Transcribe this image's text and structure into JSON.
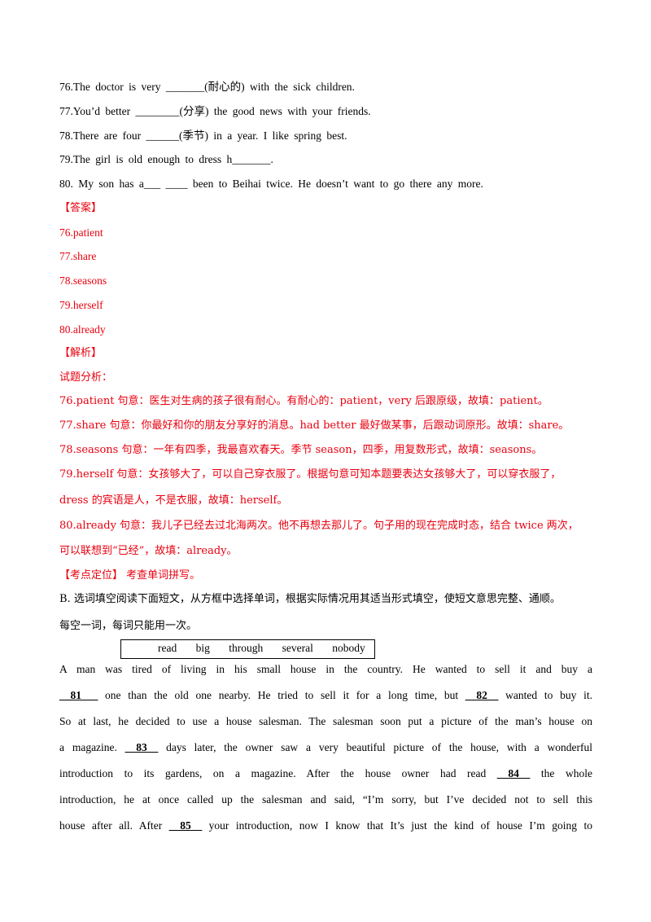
{
  "questions": [
    {
      "num": "76.",
      "text": "The doctor is very _______(耐心的) with the sick children."
    },
    {
      "num": "77.",
      "text": "You’d better ________(分享) the good news with your friends."
    },
    {
      "num": "78.",
      "text": "There are four ______(季节) in a year. I like spring best."
    },
    {
      "num": "79.",
      "text": "The girl is old enough to dress h_______."
    },
    {
      "num": "80.",
      "text": " My son has a___ ____ been to Beihai twice. He doesn’t want to go there any more."
    }
  ],
  "answer_header": "【答案】",
  "answers": [
    "76.patient",
    "77.share",
    "78.seasons",
    "79.herself",
    "80.already"
  ],
  "analysis_header": "【解析】",
  "analysis_intro": "试题分析：",
  "analysis": [
    "76.patient 句意：医生对生病的孩子很有耐心。有耐心的：patient，very 后跟原级，故填：patient。",
    "77.share 句意：你最好和你的朋友分享好的消息。had better 最好做某事，后跟动词原形。故填：share。",
    "78.seasons 句意：一年有四季，我最喜欢春天。季节 season，四季，用复数形式，故填：seasons。",
    "79.herself 句意：女孩够大了，可以自己穿衣服了。根据句意可知本题要表达女孩够大了，可以穿衣服了，",
    "dress 的宾语是人，不是衣服，故填：herself。",
    "80.already 句意：我儿子已经去过北海两次。他不再想去那儿了。句子用的现在完成时态，结合 twice 两次，",
    "可以联想到“已经”，故填：already。"
  ],
  "kaodian": {
    "label": "【考点定位】",
    "text": " 考查单词拼写。"
  },
  "section_b": {
    "instruction_1": "B. 选词填空阅读下面短文，从方框中选择单词，根据实际情况用其适当形式填空，使短文意思完整、通顺。",
    "instruction_2": "每空一词，每词只能用一次。",
    "word_box": [
      "read",
      "big",
      "through",
      "several",
      "nobody"
    ],
    "passage": [
      {
        "pre": "    A man was tired of living in his small house in the country.   He wanted to sell it and buy a",
        "blank": "",
        "post": ""
      },
      {
        "pre": "",
        "blank": "__81___",
        "post": " one than the old one nearby. He tried to sell it for a long time, but "
      },
      {
        "pre": "So at last, he decided to use a house salesman. The salesman soon put a picture of the man’s house on",
        "blank": "",
        "post": ""
      },
      {
        "pre": "a magazine. ",
        "blank": "__83__",
        "post": " days later, the owner saw a very beautiful picture of the house, with a wonderful"
      },
      {
        "pre": "introduction to its gardens, on a magazine. After the house owner had read ",
        "blank": "__84__",
        "post": " the whole"
      },
      {
        "pre": "introduction, he at once called up the salesman and said, “I’m sorry, but I’ve decided not to sell this",
        "blank": "",
        "post": ""
      },
      {
        "pre": "house after all. After ",
        "blank": "__85__",
        "post": " your introduction, now I know that It’s just the kind of house I’m going to"
      }
    ],
    "line2_blank2": "__82__",
    "line2_tail": " wanted to buy it."
  }
}
